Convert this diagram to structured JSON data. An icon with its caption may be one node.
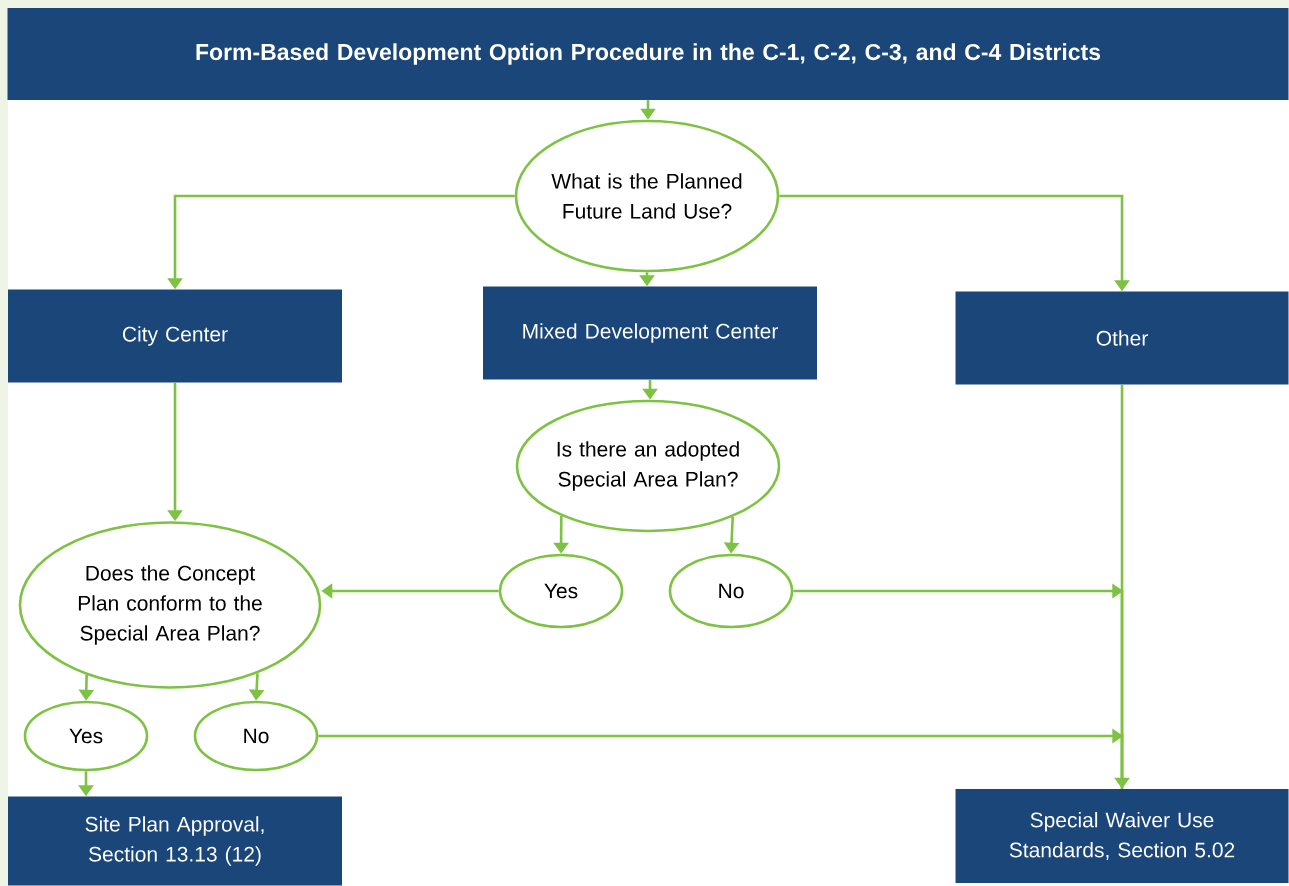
{
  "diagram": {
    "nodes": [
      {
        "text": [
          "Form-Based Development Option Procedure in the C-1, C-2, C-3, and C-4 Districts"
        ]
      },
      {
        "text": [
          "What is the Planned Future Land Use?"
        ]
      },
      {
        "text": [
          "City Center"
        ]
      },
      {
        "text": [
          "Mixed Development Center"
        ]
      },
      {
        "text": [
          "Other"
        ]
      },
      {
        "text": [
          "Is there an adopted Special Area Plan?"
        ]
      },
      {
        "text": [
          "Yes"
        ]
      },
      {
        "text": [
          "No"
        ]
      },
      {
        "text": [
          "Does the Concept Plan conform to the Special Area Plan?"
        ]
      },
      {
        "text": [
          "Yes"
        ]
      },
      {
        "text": [
          "No"
        ]
      },
      {
        "text": [
          "Site Plan Approval, Section 13.13 (12)"
        ]
      },
      {
        "text": [
          "Special Waiver Use Standards, Section 5.02"
        ]
      }
    ],
    "edges": [
      {
        "from": 0,
        "to": 1,
        "arrow": "to"
      },
      {
        "from": 1,
        "to": 2,
        "arrow": "to"
      },
      {
        "from": 1,
        "to": 3,
        "arrow": "to"
      },
      {
        "from": 1,
        "to": 4,
        "arrow": "to"
      },
      {
        "from": 2,
        "to": 8,
        "arrow": "to"
      },
      {
        "from": 3,
        "to": 5,
        "arrow": "to"
      },
      {
        "from": 5,
        "to": 6,
        "arrow": "to"
      },
      {
        "from": 5,
        "to": 7,
        "arrow": "to"
      },
      {
        "from": 6,
        "to": 8,
        "arrow": "to"
      },
      {
        "from": 7,
        "to": 12,
        "arrow": "to"
      },
      {
        "from": 4,
        "to": 12,
        "arrow": "to"
      },
      {
        "from": 8,
        "to": 9,
        "arrow": "to"
      },
      {
        "from": 8,
        "to": 10,
        "arrow": "to"
      },
      {
        "from": 10,
        "to": 12,
        "arrow": "to"
      },
      {
        "from": 9,
        "to": 11,
        "arrow": "to"
      }
    ]
  }
}
